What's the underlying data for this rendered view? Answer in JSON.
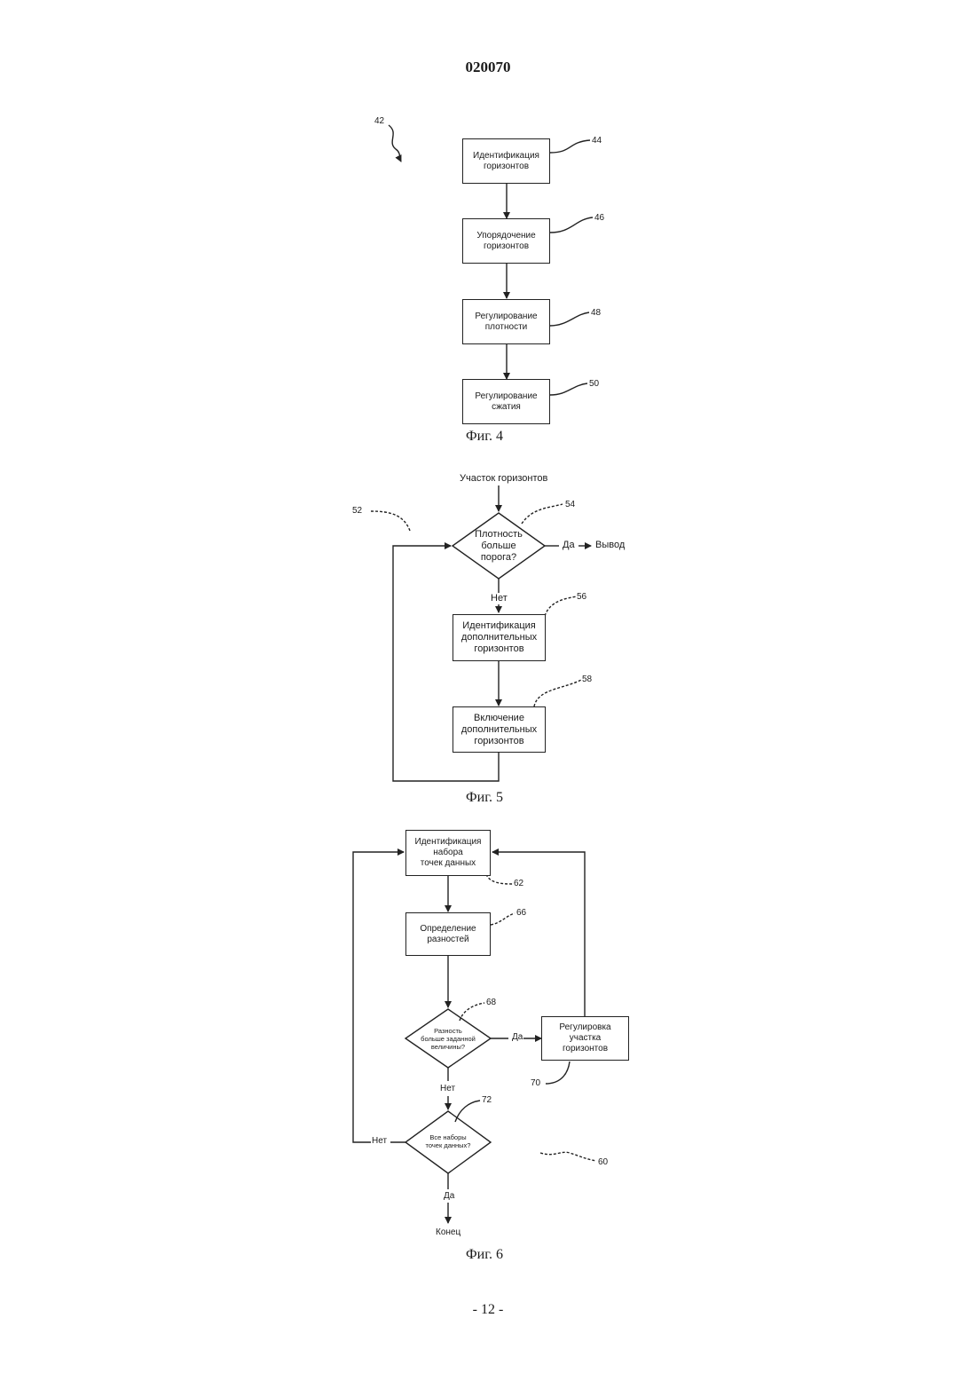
{
  "document_number": "020070",
  "page_number": "- 12 -",
  "fig4": {
    "caption": "Фиг. 4",
    "ref": "42",
    "steps": [
      {
        "ref": "44",
        "text": "Идентификация\nгоризонтов"
      },
      {
        "ref": "46",
        "text": "Упорядочение\nгоризонтов"
      },
      {
        "ref": "48",
        "text": "Регулирование\nплотности"
      },
      {
        "ref": "50",
        "text": "Регулирование\nсжатия"
      }
    ]
  },
  "fig5": {
    "caption": "Фиг. 5",
    "ref": "52",
    "input": "Участок горизонтов",
    "decision": {
      "ref": "54",
      "text": "Плотность\nбольше\nпорога?"
    },
    "yes_label": "Да",
    "output": "Вывод",
    "no_label": "Нет",
    "steps": [
      {
        "ref": "56",
        "text": "Идентификация\nдополнительных\nгоризонтов"
      },
      {
        "ref": "58",
        "text": "Включение\nдополнительных\nгоризонтов"
      }
    ]
  },
  "fig6": {
    "caption": "Фиг. 6",
    "ref": "60",
    "step_identify": {
      "ref": "62",
      "text": "Идентификация\nнабора\nточек данных"
    },
    "step_diff": {
      "ref": "66",
      "text": "Определение\nразностей"
    },
    "decision_diff": {
      "ref": "68",
      "text": "Разность\nбольше заданной\nвеличины?"
    },
    "yes_label": "Да",
    "step_adjust": {
      "ref": "70",
      "text": "Регулировка\nучастка\nгоризонтов"
    },
    "no_label_1": "Нет",
    "decision_all": {
      "ref": "72",
      "text": "Все наборы\nточек данных?"
    },
    "no_label_2": "Нет",
    "yes_label_2": "Да",
    "end": "Конец"
  }
}
